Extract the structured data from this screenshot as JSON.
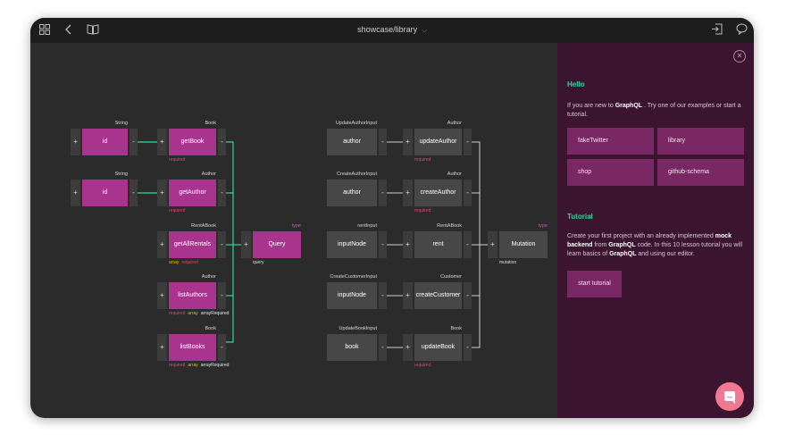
{
  "topbar": {
    "title": "showcase/library",
    "chevron": "⌵",
    "icons": [
      "grid-icon",
      "back-icon",
      "book-icon",
      "export-icon",
      "chat-bubble-icon"
    ]
  },
  "colors": {
    "accent": "#29d8a3",
    "pink_node": "#a8348e",
    "panel": "#3b1530",
    "panel_button": "#7a2864",
    "required": "#e0457a",
    "array": "#dbc200",
    "chat": "#f07890"
  },
  "canvas": {
    "args": [
      {
        "type": "String",
        "label": "id"
      },
      {
        "type": "String",
        "label": "id"
      }
    ],
    "queries": [
      {
        "type": "Book",
        "label": "getBook",
        "tags": [
          "required"
        ]
      },
      {
        "type": "Author",
        "label": "getAuthor",
        "tags": [
          "required"
        ]
      },
      {
        "type": "RentABook",
        "label": "getAllRentals",
        "tags": [
          "array",
          "required"
        ]
      },
      {
        "type": "Author",
        "label": "listAuthors",
        "tags": [
          "required",
          "array",
          "arrayRequired"
        ]
      },
      {
        "type": "Book",
        "label": "listBooks",
        "tags": [
          "required",
          "array",
          "arrayRequired"
        ]
      }
    ],
    "query_root": {
      "type": "type",
      "label": "Query",
      "sub": "query"
    },
    "inputs": [
      {
        "type": "UpdateAuthorInput",
        "label": "author"
      },
      {
        "type": "CreateAuthorInput",
        "label": "author"
      },
      {
        "type": "rentInput",
        "label": "inputNode"
      },
      {
        "type": "CreateCustomerInput",
        "label": "inputNode"
      },
      {
        "type": "UpdateBookInput",
        "label": "book"
      }
    ],
    "mutations": [
      {
        "type": "Author",
        "label": "updateAuthor",
        "tags": [
          "required"
        ]
      },
      {
        "type": "Author",
        "label": "createAuthor",
        "tags": [
          "required"
        ]
      },
      {
        "type": "RentABook",
        "label": "rent",
        "tags": []
      },
      {
        "type": "Customer",
        "label": "createCustomer",
        "tags": []
      },
      {
        "type": "Book",
        "label": "updateBook",
        "tags": [
          "required"
        ]
      }
    ],
    "mutation_root": {
      "type": "type",
      "label": "Mutation",
      "sub": "mutation"
    },
    "plus": "+",
    "minus": "-"
  },
  "panel": {
    "close": "✕",
    "hello_title": "Hello",
    "hello_pre": "If you are new to ",
    "hello_bold": "GraphQL",
    "hello_post": " . Try one of our examples or start a tutorial.",
    "examples": [
      "fakeTwitter",
      "library",
      "shop",
      "github-schema"
    ],
    "tutorial_title": "Tutorial",
    "tut_a": "Create your first project with an already implemented ",
    "tut_b": "mock backend",
    "tut_c": " from ",
    "tut_d": "GraphQL",
    "tut_e": " code. In this 10 lesson tutorial you will learn basics of ",
    "tut_f": "GraphQL",
    "tut_g": " and using our editor.",
    "start_button": "start tutorial"
  }
}
